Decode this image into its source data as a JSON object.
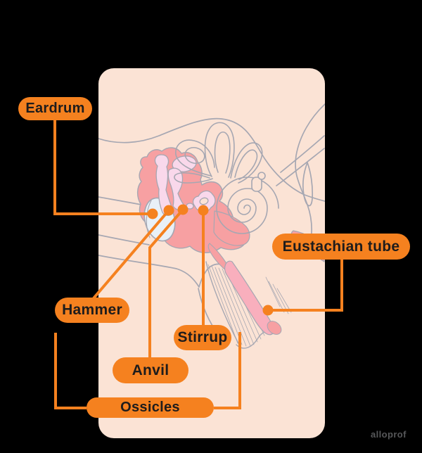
{
  "diagram": {
    "title": "Middle and inner ear anatomy diagram",
    "labels": {
      "eardrum": "Eardrum",
      "hammer": "Hammer",
      "anvil": "Anvil",
      "stirrup": "Stirrup",
      "ossicles": "Ossicles",
      "eustachian_tube": "Eustachian tube"
    },
    "watermark": "alloprof",
    "colors": {
      "background": "#000000",
      "panel": "#FBE3D5",
      "label_pill": "#F5811F",
      "label_text": "#1E1C1C",
      "connector": "#F5811F",
      "outline_gray": "#A6A7B2",
      "middle_ear_cavity": "#F7A0A2",
      "ossicle_bone_pink": "#F9D8EB",
      "eardrum_fill": "#E9F0F7",
      "eustachian_channel": "#F9AFBD",
      "watermark_gray": "#57585A"
    }
  }
}
